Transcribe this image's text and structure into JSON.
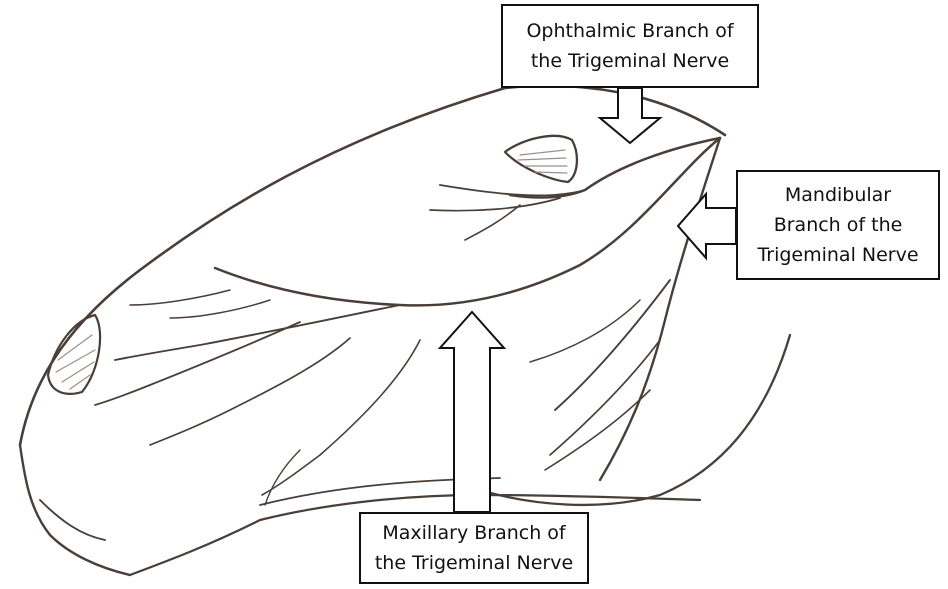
{
  "labels": {
    "ophthalmic": {
      "line1": "Ophthalmic Branch of",
      "line2": "the Trigeminal Nerve"
    },
    "mandibular": {
      "line1": "Mandibular",
      "line2": "Branch of the",
      "line3": "Trigeminal Nerve"
    },
    "maxillary": {
      "line1": "Maxillary Branch of",
      "line2": "the Trigeminal Nerve"
    }
  },
  "colors": {
    "pencil": "#4a3f38",
    "shading": "#9a9088",
    "box_border": "#111111",
    "background": "#ffffff"
  }
}
